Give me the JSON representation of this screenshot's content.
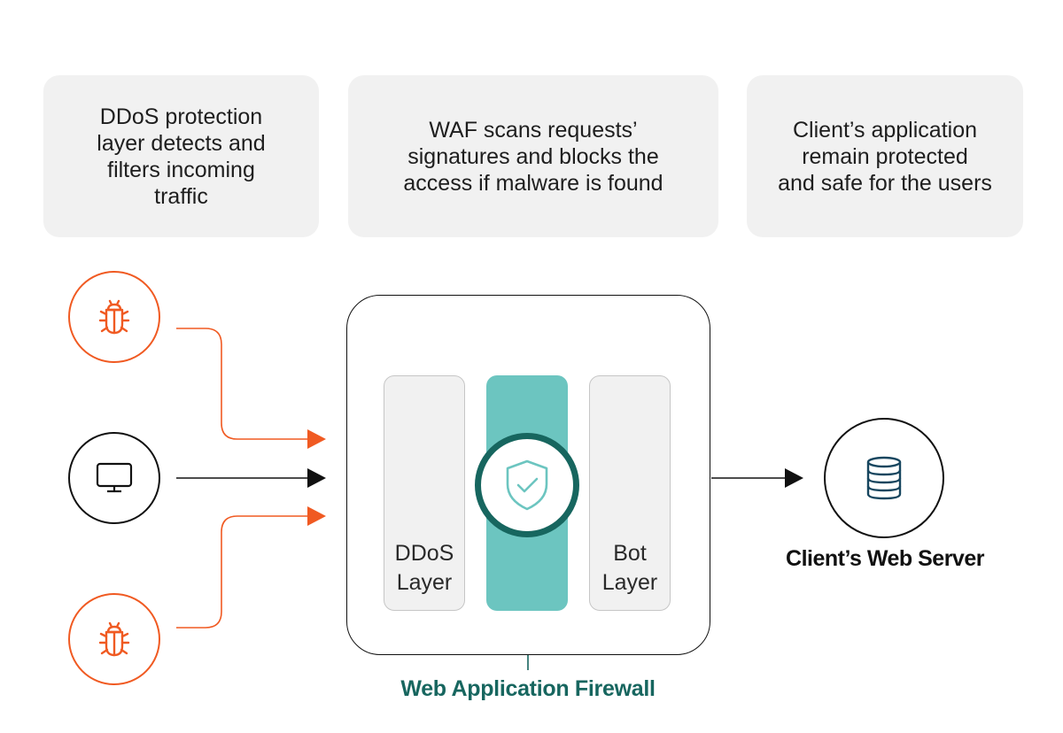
{
  "cards": [
    {
      "lines": [
        "DDoS protection",
        "layer detects and",
        "filters incoming",
        "traffic"
      ]
    },
    {
      "lines": [
        "WAF scans requests’",
        "signatures and blocks the",
        "access if malware is found"
      ]
    },
    {
      "lines": [
        "Client’s application",
        "remain protected",
        "and safe for the users"
      ]
    }
  ],
  "layers": {
    "ddos": [
      "DDoS",
      "Layer"
    ],
    "bot": [
      "Bot",
      "Layer"
    ]
  },
  "labels": {
    "server": "Client’s Web Server",
    "firewall": "Web Application Firewall"
  },
  "icons": {
    "threat_top": "bug-icon",
    "user": "monitor-icon",
    "threat_bottom": "bug-icon",
    "waf": "shield-check-icon",
    "server": "database-icon"
  },
  "colors": {
    "threat": "#f05a22",
    "waf_fill": "#6cc5c0",
    "waf_dark": "#17665f",
    "layer_fill": "#f1f1f1",
    "card_fill": "#f1f1f1"
  }
}
